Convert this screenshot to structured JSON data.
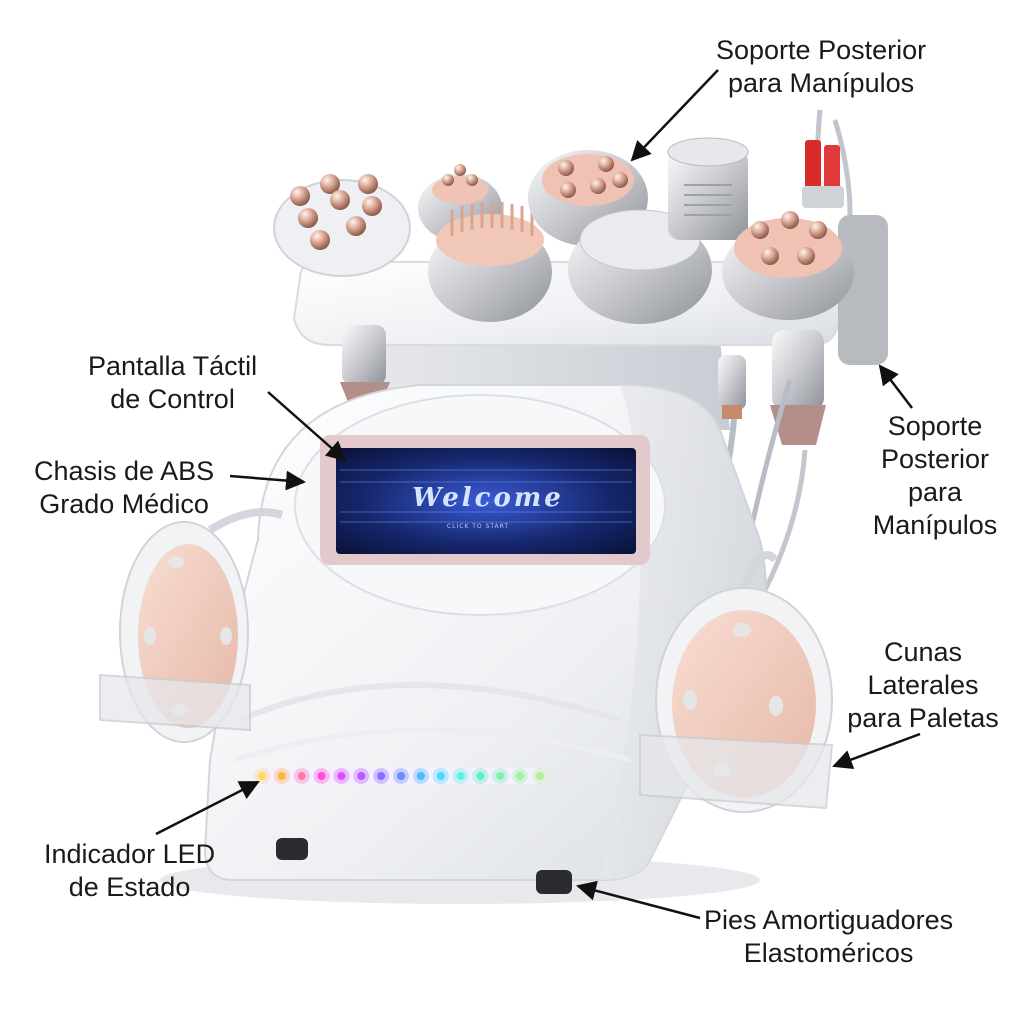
{
  "screen": {
    "welcome": "Welcome",
    "subtitle": "CLICK TO START"
  },
  "labels": {
    "top_right": [
      "Soporte Posterior",
      "para Manípulos"
    ],
    "touchscreen": [
      "Pantalla Táctil",
      "de Control"
    ],
    "chassis": [
      "Chasis de ABS",
      "Grado Médico"
    ],
    "right_mid": [
      "Soporte",
      "Posterior",
      "para",
      "Manípulos"
    ],
    "side_cradles": [
      "Cunas",
      "Laterales",
      "para Paletas"
    ],
    "led": [
      "Indicador LED",
      "de Estado"
    ],
    "feet": [
      "Pies Amortiguadores",
      "Elastoméricos"
    ]
  },
  "colors": {
    "body": "#f4f5f7",
    "rose_gold": "#d9a592",
    "pad_pink": "#f1cfc2",
    "screen": "#16266b",
    "arrow": "#111111"
  },
  "led_colors": [
    "#ffd86b",
    "#ffb347",
    "#ff7ab0",
    "#ff4fd8",
    "#e04cff",
    "#b85cff",
    "#8a6bff",
    "#6a8dff",
    "#4fb8ff",
    "#4fd8ff",
    "#5ef0e0",
    "#5ef0c0",
    "#7ff0b0",
    "#9ff0a0",
    "#b8f09a"
  ]
}
